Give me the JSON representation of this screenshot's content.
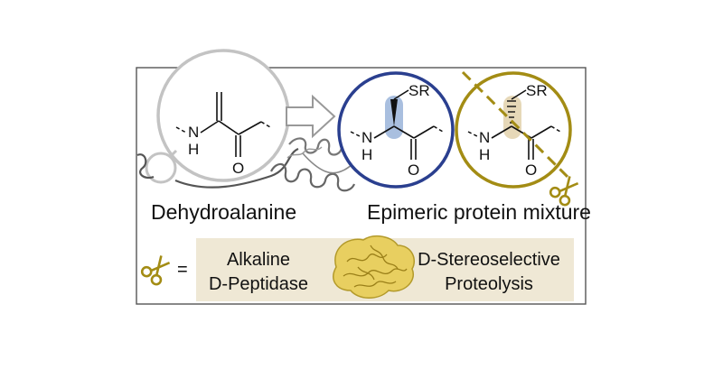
{
  "labels": {
    "left_caption": "Dehydroalanine",
    "right_caption": "Epimeric protein mixture"
  },
  "atoms": {
    "nitrogen": "N",
    "hydrogen": "H",
    "oxygen": "O",
    "side_chain": "SR"
  },
  "legend": {
    "equals": "=",
    "line1_left": "Alkaline",
    "line2_left": "D-Peptidase",
    "line1_right": "D-Stereoselective",
    "line2_right": "Proteolysis"
  },
  "colors": {
    "gray_ring": "#c3c3c3",
    "blue_ring": "#2a3f8f",
    "blue_highlight": "#a9bfdf",
    "gold_ring": "#a38c14",
    "gold_highlight": "#e6d8b8",
    "legend_bg": "#efe8d5",
    "enzyme": "#e8cf60",
    "frame": "#555555"
  },
  "icons": {
    "arrow": "hollow-right-arrow",
    "scissors": "scissors-icon",
    "protein": "protein-ribbon",
    "enzyme": "enzyme-structure"
  }
}
